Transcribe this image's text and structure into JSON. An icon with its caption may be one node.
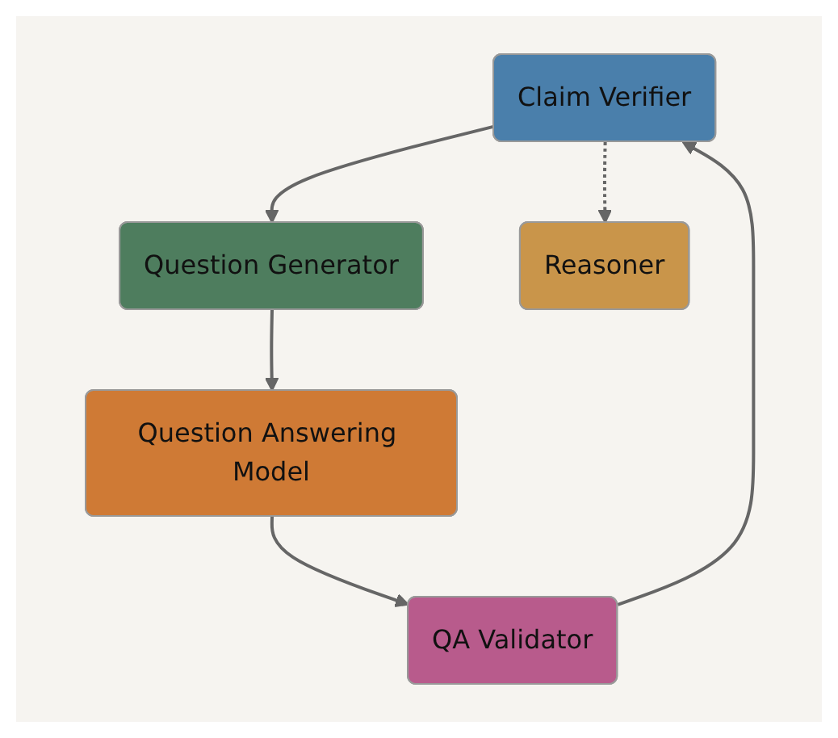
{
  "diagram": {
    "nodes": [
      {
        "text": [
          "Claim Verifier"
        ]
      },
      {
        "text": [
          "Question Generator"
        ]
      },
      {
        "text": [
          "Reasoner"
        ]
      },
      {
        "text": [
          "Question Answering Model"
        ]
      },
      {
        "text": [
          "QA Validator"
        ]
      }
    ],
    "edges": [
      {
        "from": 0,
        "to": 1,
        "arrow": "to"
      },
      {
        "from": 0,
        "to": 2,
        "arrow": "to",
        "style": "dashed"
      },
      {
        "from": 1,
        "to": 3,
        "arrow": "to"
      },
      {
        "from": 3,
        "to": 4,
        "arrow": "to"
      },
      {
        "from": 4,
        "to": 0,
        "arrow": "to"
      }
    ]
  }
}
